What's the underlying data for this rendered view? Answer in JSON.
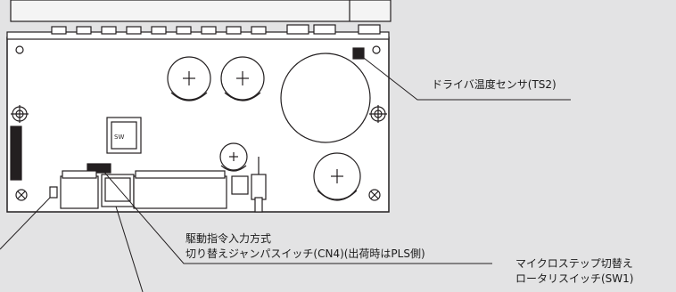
{
  "callouts": {
    "driver_temp_sensor": "ドライバ温度センサ(TS2)",
    "cn4_line1": "駆動指令入力方式",
    "cn4_line2": "切り替えジャンパスイッチ(CN4)(出荷時はPLS側)",
    "sw1_line1": "マイクロステップ切替え",
    "sw1_line2": "ロータリスイッチ(SW1)"
  },
  "board_marks": {
    "sw_label": "SW"
  },
  "colors": {
    "background": "#e3e3e4",
    "board": "#ffffff",
    "stroke": "#231f20",
    "chassis": "#f4f4f4"
  }
}
